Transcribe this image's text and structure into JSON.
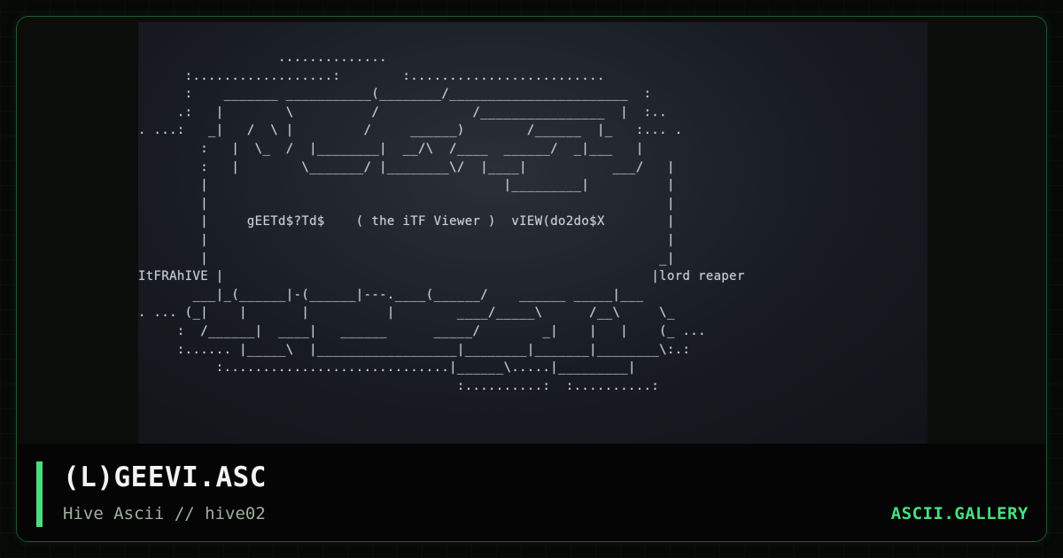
{
  "card": {
    "title": "(L)GEEVI.ASC",
    "subtitle": "Hive Ascii // hive02",
    "brand": "ASCII.GALLERY"
  },
  "preview": {
    "ascii_art": "                  ..............\n      :..................:        :.........................\n      :    _______ ___________(________/_______________________  :\n     .:   |        \\          /            /________________  |  :..\n. ...:   _|   /  \\ |         /     ______)        /______  |_   :... .\n        :   |  \\_  /  |________|  __/\\  /____  ______/  _|___   |\n        :   |        \\_______/ |________\\/  |____|           ___/   |\n        |                                      |_________|          |\n        |                                                           |\n        |     gEETd$?Td$    ( the iTF Viewer )  vIEW(do2do$X        |\n        |                                                           |\n        |                                                          _|\nItFRAhIVE |                                                       |lord reaper\n       ___|_(______|-(______|---.____(______/    ______ _____|___\n. ... (_|    |       |          |        ____/_____\\      /__\\     \\_\n     :  /______|  ____|   ______      _____/        _|    |   |    (_ ...\n     :...... |_____\\  |__________________|________|_______|________\\:.:\n          :.............................|______\\.....|_________|\n                                         :..........:  :..........:"
  },
  "colors": {
    "accent": "#4ade80",
    "border": "#1f5a2a",
    "ascii_text": "#c9ced6"
  }
}
